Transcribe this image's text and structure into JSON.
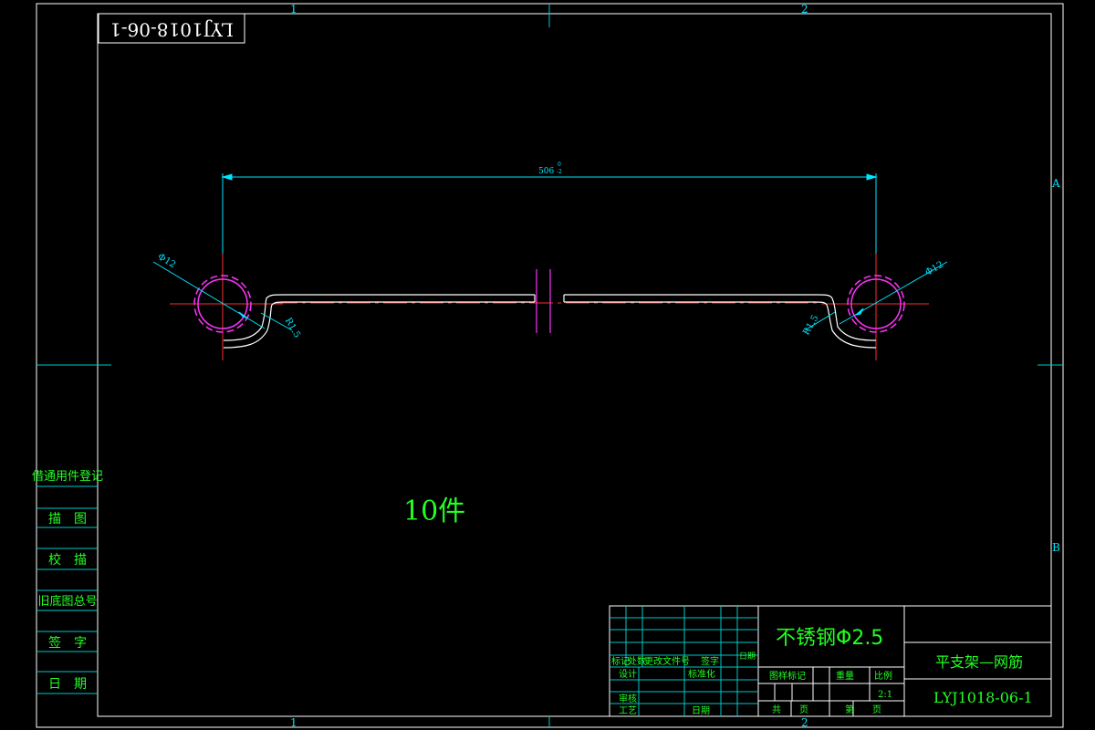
{
  "colors": {
    "background": "#000000",
    "frame": "#ffffff",
    "grid": "#00c8c8",
    "text": "#22ff22",
    "centerline": "#ff2b2b",
    "circle": "#ff33ff",
    "dimension": "#00e5ff",
    "part": "#ffffff"
  },
  "zone_labels": {
    "top_left": "1",
    "top_right": "2",
    "bottom_left": "1",
    "bottom_right": "2",
    "right_upper": "A",
    "right_lower": "B"
  },
  "drawing_number_mirrored": "LYJ1018-06-1",
  "dimensions": {
    "length": "506",
    "length_tol_upper": "0",
    "length_tol_lower": "-2",
    "left_diameter": "Φ12",
    "right_diameter": "Φ12",
    "left_radius": "R1.5",
    "right_radius": "R1.5"
  },
  "quantity_note": "10件",
  "left_column": {
    "header": "借通用件登记",
    "rows": [
      "描　图",
      "校　描",
      "旧底图总号",
      "签　字",
      "日　期"
    ]
  },
  "title_block": {
    "material": "不锈钢Φ2.5",
    "part_name": "平支架—网筋",
    "drawing_number": "LYJ1018-06-1",
    "revision_headers": [
      "标记",
      "处数",
      "更改文件号",
      "签字",
      "日期"
    ],
    "design": "设计",
    "standardization": "标准化",
    "review": "审核",
    "process": "工艺",
    "date": "日期",
    "stage_mark": "图样标记",
    "weight": "重量",
    "scale_label": "比例",
    "scale_value": "2:1",
    "total_sheets": "共　　页",
    "sheet_number": "第　　页"
  }
}
